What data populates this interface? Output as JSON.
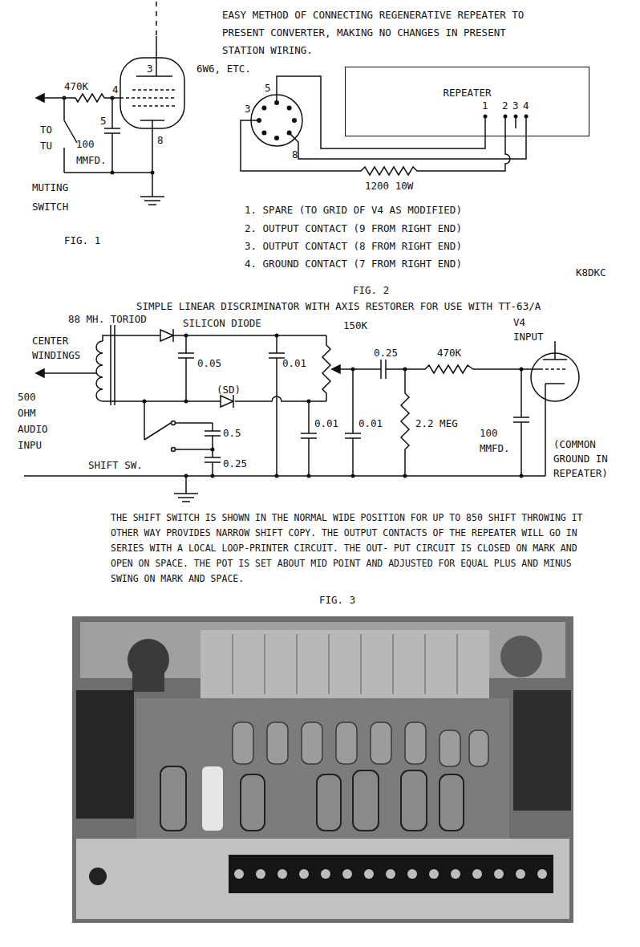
{
  "diagram": {
    "nodes": [
      {
        "text": [
          "REPEATER"
        ]
      }
    ],
    "labels": [
      "EASY METHOD OF CONNECTING REGENERATIVE REPEATER TO PRESENT CONVERTER, MAKING NO CHANGES IN PRESENT STATION WIRING.",
      "3",
      "4",
      "6W6, ETC.",
      "470K",
      "TO TU",
      "5",
      "100 MMFD.",
      "8",
      "MUTING SWITCH",
      "FIG. 1",
      "5",
      "3",
      "8",
      "1",
      "2",
      "3",
      "4",
      "1200 10W",
      "1. SPARE (TO GRID OF V4 AS MODIFIED)",
      "2. OUTPUT CONTACT (9 FROM RIGHT END)",
      "3. OUTPUT CONTACT (8 FROM RIGHT END)",
      "4. GROUND CONTACT (7 FROM RIGHT END)",
      "K8DKC",
      "FIG. 2",
      "SIMPLE LINEAR DISCRIMINATOR WITH AXIS RESTORER FOR USE WITH TT-63/A",
      "88 MH. TORIOD",
      "SILICON DIODE",
      "CENTER WINDINGS",
      "0.05",
      "(SD)",
      "0.01",
      "150K",
      "0.25",
      "470K",
      "V4 INPUT",
      "500 OHM AUDIO INPU",
      "SHIFT SW.",
      "0.5",
      "0.01",
      "0.01",
      "2.2 MEG",
      "100 MMFD.",
      "0.25",
      "(COMMON GROUND IN REPEATER)",
      "THE SHIFT SWITCH IS SHOWN IN THE NORMAL WIDE POSITION FOR UP TO 850 SHIFT THROWING IT OTHER WAY PROVIDES NARROW SHIFT COPY. THE OUTPUT CONTACTS OF THE REPEATER WILL GO IN SERIES WITH A LOCAL LOOP-PRINTER CIRCUIT. THE OUT- PUT CIRCUIT IS CLOSED ON MARK AND OPEN ON SPACE. THE POT IS SET ABOUT MID POINT AND ADJUSTED FOR EQUAL PLUS AND MINUS SWING ON MARK AND SPACE.",
      "FIG. 3"
    ]
  }
}
